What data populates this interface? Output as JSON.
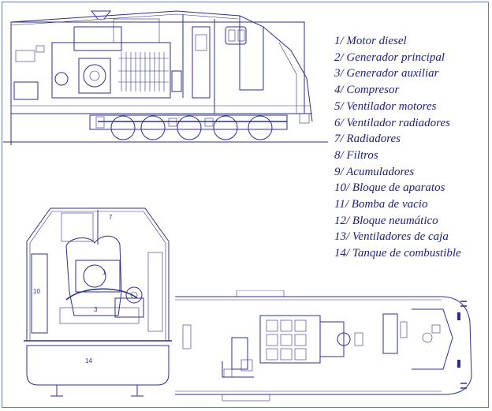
{
  "legend": [
    "1/ Motor diesel",
    "2/ Generador principal",
    "3/ Generador auxiliar",
    "4/ Compresor",
    "5/ Ventilador motores",
    "6/ Ventilador radiadores",
    "7/ Radiadores",
    "8/ Filtros",
    "9/ Acumuladores",
    "10/ Bloque de aparatos",
    "11/ Bomba de vacio",
    "12/ Bloque neumático",
    "13/ Ventiladores de caja",
    "14/ Tanque de combustible"
  ],
  "front_view_labels": {
    "radiators": "7",
    "engine": "1",
    "apparatus_block": "10",
    "fuel_tank": "14",
    "aux_generator": "3"
  },
  "colors": {
    "line": "#2c2f8e",
    "legend_text": "#1e2280",
    "frame": "#6a7fb0"
  }
}
